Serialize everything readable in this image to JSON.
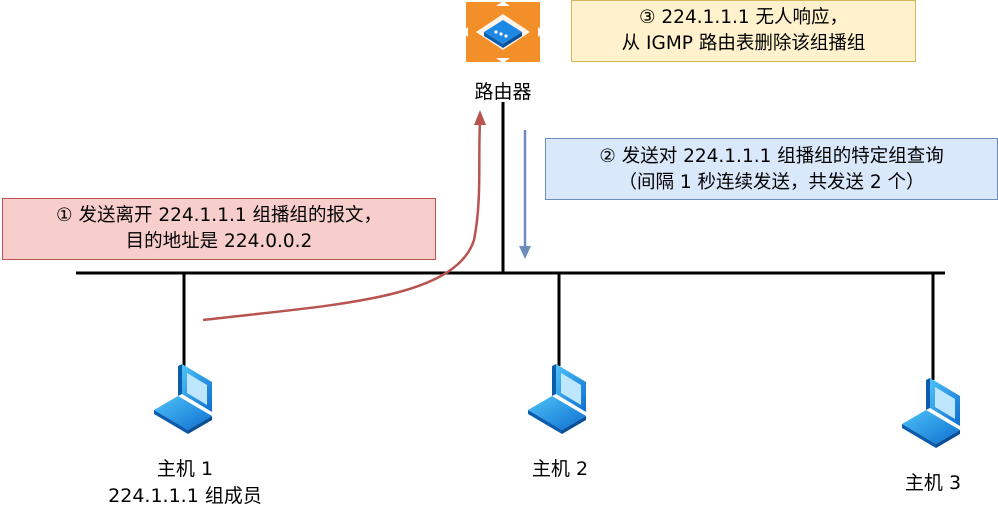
{
  "router": {
    "label": "路由器",
    "icon": "router-icon"
  },
  "hosts": [
    {
      "name": "主机 1",
      "sub": "224.1.1.1 组成员",
      "icon": "laptop-icon"
    },
    {
      "name": "主机 2",
      "icon": "laptop-icon"
    },
    {
      "name": "主机 3",
      "icon": "laptop-icon"
    }
  ],
  "notes": {
    "leave": {
      "line1": "① 发送离开 224.1.1.1 组播组的报文，",
      "line2": "目的地址是 224.0.0.2"
    },
    "query": {
      "line1": "② 发送对 224.1.1.1 组播组的特定组查询",
      "line2": "（间隔 1 秒连续发送，共发送 2 个）"
    },
    "router_delete": {
      "line1": "③ 224.1.1.1 无人响应，",
      "line2": "从 IGMP 路由表删除该组播组"
    }
  },
  "colors": {
    "leave_arrow": "#b85450",
    "query_arrow": "#6c8ebf",
    "router_icon": "#f28f28",
    "laptop_icon": "#1e88e5"
  }
}
